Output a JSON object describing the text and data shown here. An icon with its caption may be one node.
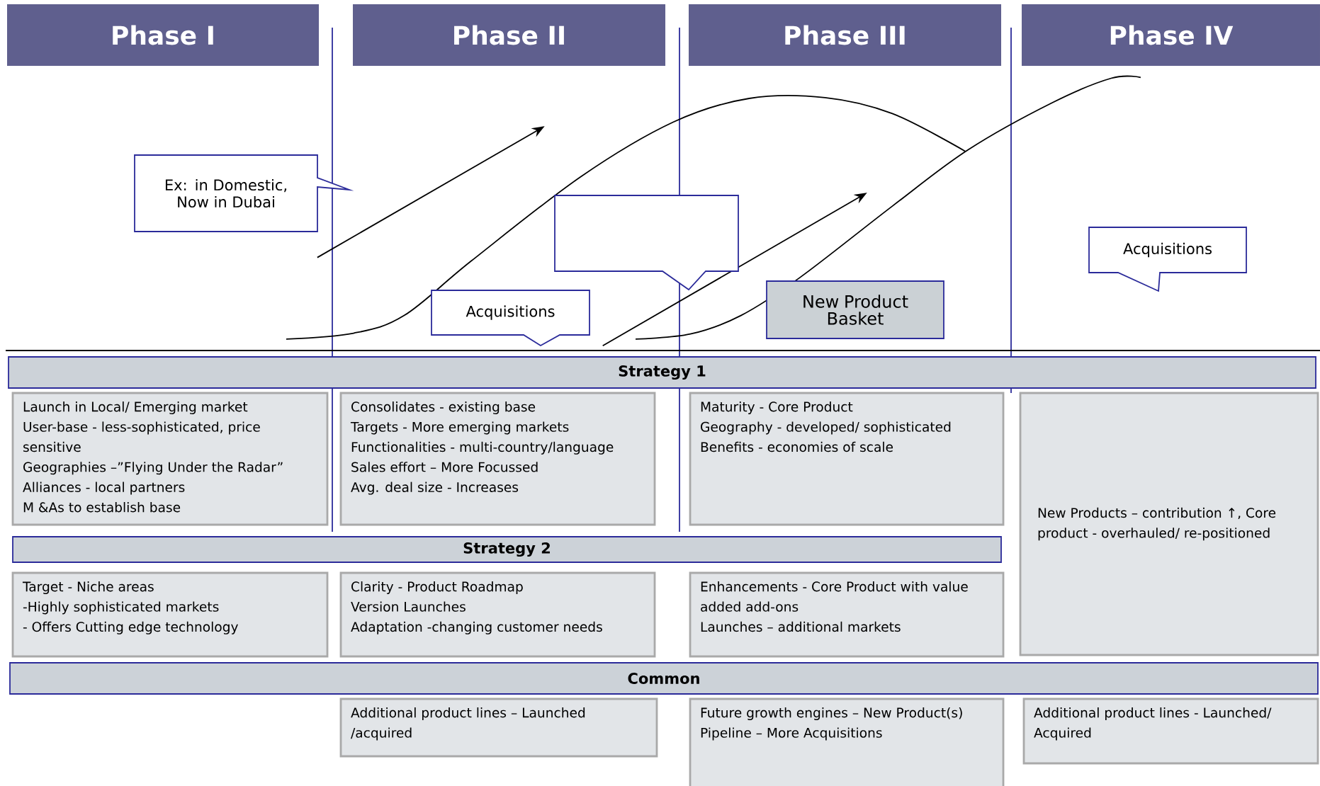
{
  "diagram": {
    "nodes": [
      {
        "text": [
          "Phase I"
        ]
      },
      {
        "text": [
          "Phase II"
        ]
      },
      {
        "text": [
          "Phase III"
        ]
      },
      {
        "text": [
          "Phase IV"
        ]
      },
      {
        "text": [
          "Ex: in Domestic, Now in Dubai"
        ]
      },
      {
        "text": [],
        "shape": "box"
      },
      {
        "text": [
          "Acquisitions"
        ]
      },
      {
        "text": [
          "New Product Basket"
        ]
      },
      {
        "text": [
          "Acquisitions"
        ]
      },
      {
        "text": [
          "Strategy 1"
        ]
      },
      {
        "text": [
          "Launch in Local/ Emerging market",
          "User-base - less-sophisticated, price sensitive",
          "Geographies –”Flying Under the Radar”",
          "Alliances -  local partners",
          "M &As to establish base"
        ]
      },
      {
        "text": [
          "Consolidates - existing base",
          "Targets - More emerging markets",
          "Functionalities - multi-country/language",
          "Sales effort – More Focussed",
          "Avg. deal size - Increases"
        ]
      },
      {
        "text": [
          "Maturity - Core Product",
          "Geography - developed/ sophisticated",
          "Benefits - economies of scale"
        ]
      },
      {
        "text": [
          "New Products – contribution ↑, Core product - overhauled/ re-positioned"
        ]
      },
      {
        "text": [
          "Strategy 2"
        ]
      },
      {
        "text": [
          "Target - Niche areas",
          "-Highly sophisticated markets",
          "- Offers Cutting edge technology"
        ]
      },
      {
        "text": [
          "Clarity -  Product Roadmap",
          "Version Launches",
          "Adaptation -changing customer needs"
        ]
      },
      {
        "text": [
          "Enhancements - Core Product with value added add-ons",
          "Launches – additional markets"
        ]
      },
      {
        "text": [
          "Common"
        ]
      },
      {
        "text": [
          "Additional product lines – Launched /acquired"
        ]
      },
      {
        "text": [
          "Future growth engines – New Product(s)",
          "Pipeline – More Acquisitions"
        ]
      },
      {
        "text": [
          "Additional product lines - Launched/ Acquired"
        ]
      }
    ]
  }
}
